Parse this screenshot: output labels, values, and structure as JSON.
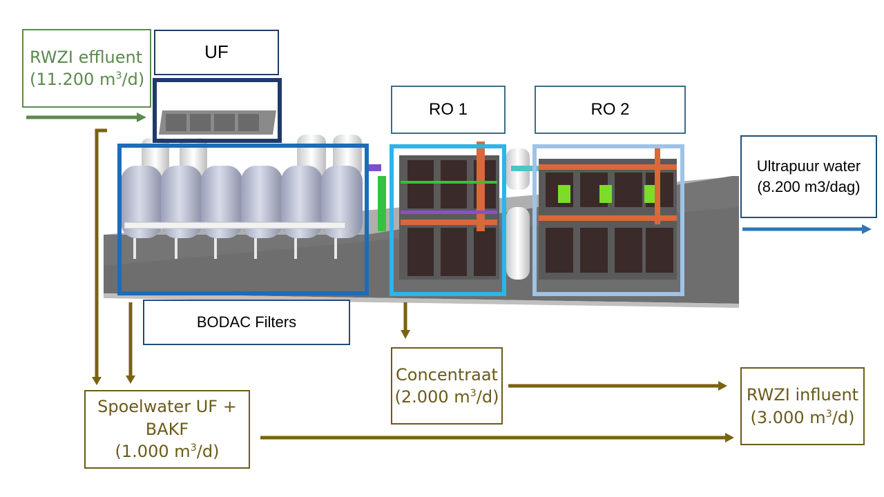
{
  "colors": {
    "feed": "#5a8a4e",
    "waste": "#7a6210",
    "product": "#2e75b6",
    "uf_frame": "#1f3a68",
    "bodac_frame": "#1f6bb5",
    "ro1_frame": "#29b6e8",
    "ro2_frame": "#9ec3e6"
  },
  "labels": {
    "rwzi_effluent": {
      "name": "RWZI effluent",
      "flow": "(11.200 m",
      "unit": "3",
      "flow_end": "/d)"
    },
    "uf": "UF",
    "ro1": "RO 1",
    "ro2": "RO 2",
    "ultrapure": {
      "name": "Ultrapuur water",
      "flow": "(8.200 m3/dag)"
    },
    "bodac": "BODAC Filters",
    "concentraat": {
      "name": "Concentraat",
      "flow": "(2.000 m",
      "unit": "3",
      "flow_end": "/d)"
    },
    "rwzi_influent": {
      "name": "RWZI influent",
      "flow": "(3.000 m",
      "unit": "3",
      "flow_end": "/d)"
    },
    "spoelwater": {
      "name": "Spoelwater UF + BAKF",
      "flow": "(1.000 m",
      "unit": "3",
      "flow_end": "/d)"
    }
  }
}
